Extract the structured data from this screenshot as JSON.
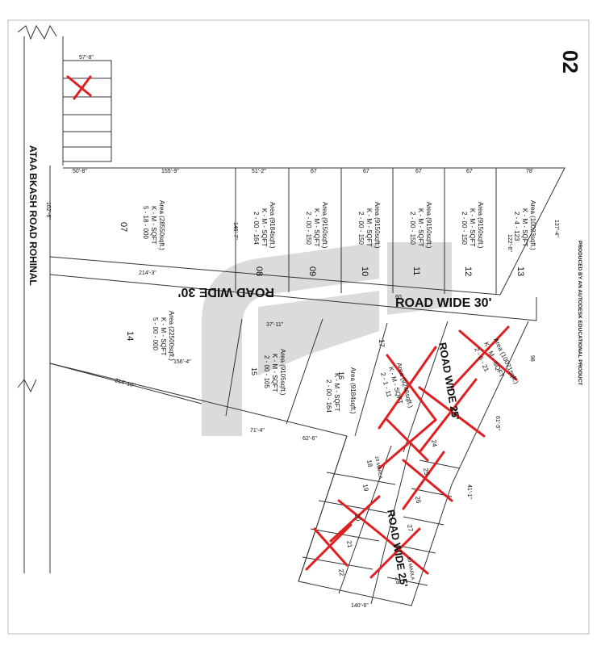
{
  "sheet_number": "02",
  "produced_by": "PRODUCED BY AN AUTODESK EDUCATIONAL PRODUCT",
  "main_road": "ATAA BKASH ROAD ROHINAL",
  "road_30": "ROAD WIDE 30'",
  "road_25a": "ROAD WIDE 25'",
  "road_25b": "ROAD WIDE 25'",
  "area_units": "K - M - SQFT",
  "plots_top": [
    {
      "no": "07",
      "area": "Area (28550sqft.)",
      "val": "5 - 18 - 000"
    },
    {
      "no": "08",
      "area": "Area (9184sqft.)",
      "val": "2 - 00 - 164"
    },
    {
      "no": "09",
      "area": "Area (9150sqft.)",
      "val": "2 - 00 - 150"
    },
    {
      "no": "10",
      "area": "Area (9150sqft.)",
      "val": "2 - 00 - 150"
    },
    {
      "no": "11",
      "area": "Area (9150sqft.)",
      "val": "2 - 00 - 150"
    },
    {
      "no": "12",
      "area": "Area (9150sqft.)",
      "val": "2 - 00 - 150"
    },
    {
      "no": "13",
      "area": "Area (10023sqft.)",
      "val": "2 - 4 - 123"
    }
  ],
  "plots_bottom": [
    {
      "no": "14",
      "area": "Area (22500sqft.)",
      "val": "5 - 00 - 000"
    },
    {
      "no": "15",
      "area": "Area (9105sqft.)",
      "val": "2 - 00 - 105"
    },
    {
      "no": "16",
      "area": "Area (9184sqft.)",
      "val": "2 - 00 - 164"
    },
    {
      "no": "17",
      "area": "Area (9246sqft.)",
      "val": "2 - 1 - 11"
    },
    {
      "no": "23",
      "area": "Area (10071sqft.)",
      "val": "2 - 6 - 21"
    }
  ],
  "small_plots": [
    "18",
    "19",
    "20",
    "21",
    "22",
    "24",
    "25",
    "26",
    "27",
    "28"
  ],
  "ten_marla": "10 MARLA",
  "dims": {
    "d1": "57'-8\"",
    "d2": "155'-9\"",
    "d3": "51'-2\"",
    "d4": "67",
    "d5": "67",
    "d6": "67",
    "d7": "67",
    "d8": "78'",
    "d9": "137'-4\"",
    "d10": "214'-3\"",
    "d11": "156'-4\"",
    "d12": "214'-10\"",
    "d13": "37'-11\"",
    "d14": "71'-4\"",
    "d15": "62'-6\"",
    "d16": "140'-6\"",
    "d17": "50'-8\"",
    "d18": "102'-6\"",
    "d19": "122'-6\"",
    "d20": "146'-7\"",
    "d21": "60",
    "d22": "98",
    "d23": "61'-5\"",
    "d24": "41'-1\""
  }
}
